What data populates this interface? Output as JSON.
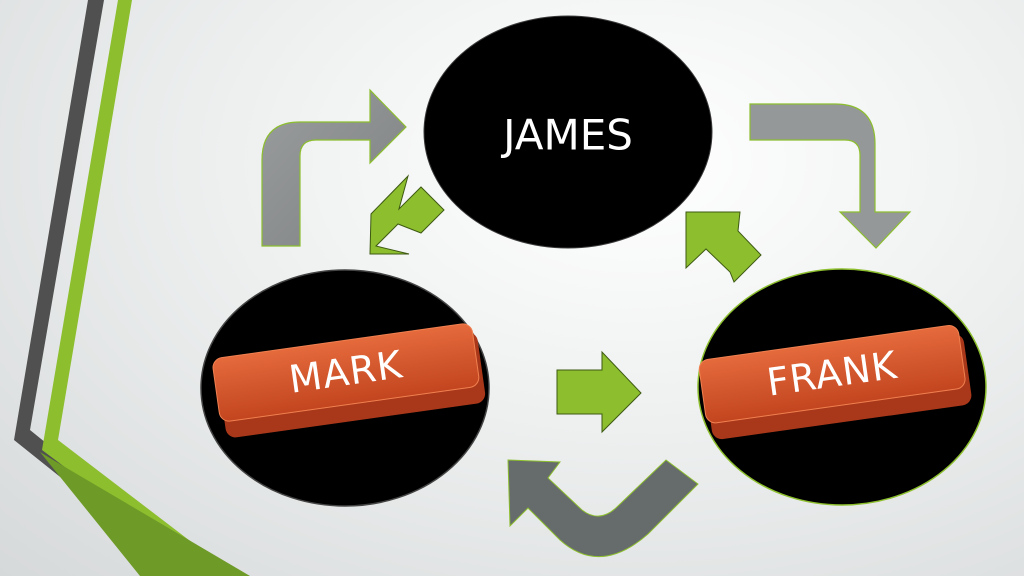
{
  "nodes": {
    "top": {
      "label": "JAMES"
    },
    "left": {
      "label": "MARK"
    },
    "right": {
      "label": "FRANK"
    }
  },
  "colors": {
    "green_accent": "#8cbe2e",
    "dark_bar": "#4a4a4a",
    "grey_arrow": "#8a8d8e",
    "dark_grey_arrow": "#686c6c",
    "key_orange": "#cf5028",
    "node_black": "#000000"
  }
}
